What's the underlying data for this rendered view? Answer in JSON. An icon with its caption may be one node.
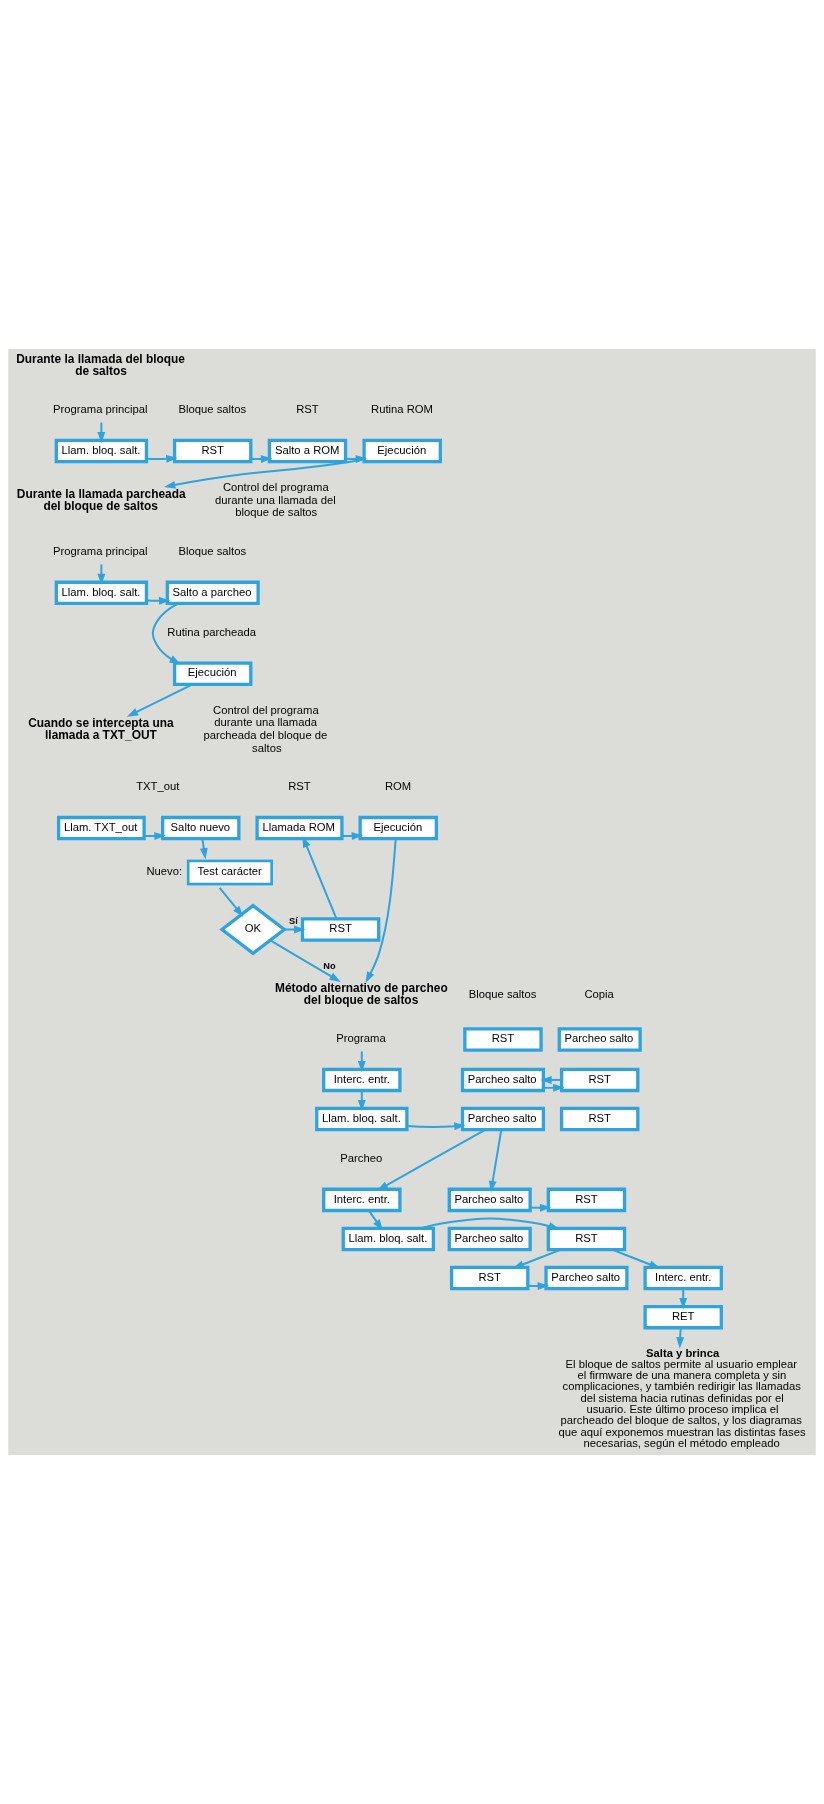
{
  "diagram": {
    "nodes": [
      {
        "text": [
          "Durante la llamada del bloque de saltos"
        ]
      },
      {
        "text": [
          "Programa principal"
        ]
      },
      {
        "text": [
          "Llam. bloq. salt."
        ]
      },
      {
        "text": [
          "RST"
        ]
      },
      {
        "text": [
          "Salto a ROM"
        ]
      },
      {
        "text": [
          "Ejecución"
        ]
      },
      {
        "text": [
          "Durante la llamada parcheada del bloque de saltos"
        ]
      },
      {
        "text": [
          "Programa principal"
        ]
      },
      {
        "text": [
          "Llam. bloq. salt."
        ]
      },
      {
        "text": [
          "Salto a parcheo"
        ]
      },
      {
        "text": [
          "Ejecución"
        ]
      },
      {
        "text": [
          "Cuando se intercepta una llamada a TXT_OUT"
        ]
      },
      {
        "text": [
          "Llam. TXT_out"
        ]
      },
      {
        "text": [
          "Salto nuevo"
        ]
      },
      {
        "text": [
          "Test carácter"
        ],
        "beside": [
          "Nuevo:"
        ]
      },
      {
        "text": [
          "OK"
        ]
      },
      {
        "text": [
          "RST"
        ]
      },
      {
        "text": [
          "Llamada ROM"
        ]
      },
      {
        "text": [
          "Ejecución"
        ]
      },
      {
        "text": [
          "Método alternativo de parcheo del bloque de saltos"
        ]
      },
      {
        "text": [
          "Programa"
        ]
      },
      {
        "text": [
          "Interc. entr."
        ]
      },
      {
        "text": [
          "Llam. bloq. salt."
        ]
      },
      {
        "text": [
          "Interc. entr."
        ]
      },
      {
        "text": [
          "Llam. bloq. salt."
        ]
      },
      {
        "text": [
          "Interc. entr."
        ]
      },
      {
        "text": [
          "RET"
        ]
      },
      {
        "text": [
          "RST"
        ]
      },
      {
        "text": [
          "Parcheo salto"
        ]
      },
      {
        "text": [
          "Parcheo salto"
        ]
      },
      {
        "text": [
          "RST"
        ]
      },
      {
        "text": [
          "Parcheo salto"
        ]
      },
      {
        "text": [
          "RST"
        ]
      },
      {
        "text": [
          "RST"
        ]
      },
      {
        "text": [
          "Parcheo salto"
        ]
      },
      {
        "text": [
          "RST"
        ]
      },
      {
        "text": [
          "Parcheo salto"
        ]
      },
      {
        "text": [
          "Parcheo salto"
        ]
      },
      {
        "text": [
          "RST"
        ]
      },
      {
        "text": [
          "Salta y brinca",
          "El bloque de saltos permite al usuario emplear el firmware de una manera completa y sin complicaciones, y también redirigir las llamadas del sistema hacia rutinas definidas por el usuario. Este último proceso implica el parcheado del bloque de saltos, y los diagramas que aquí exponemos muestran las distintas fases necesarias, según el método empleado"
        ]
      }
    ],
    "edges": [
      {
        "from": 1,
        "to": 2,
        "arrow": "to"
      },
      {
        "from": 2,
        "to": 3,
        "arrow": "to"
      },
      {
        "from": 3,
        "to": 4,
        "arrow": "to"
      },
      {
        "from": 4,
        "to": 5,
        "arrow": "to"
      },
      {
        "from": 5,
        "to": 6,
        "arrow": "to"
      },
      {
        "from": 7,
        "to": 8,
        "arrow": "to"
      },
      {
        "from": 8,
        "to": 9,
        "arrow": "to"
      },
      {
        "from": 9,
        "to": 10,
        "arrow": "to"
      },
      {
        "from": 10,
        "to": 11,
        "arrow": "to"
      },
      {
        "from": 12,
        "to": 13,
        "arrow": "to"
      },
      {
        "from": 13,
        "to": 14,
        "arrow": "to"
      },
      {
        "from": 14,
        "to": 15,
        "arrow": "to"
      },
      {
        "from": 15,
        "to": 16,
        "label": "Sí",
        "arrow": "to"
      },
      {
        "from": 16,
        "to": 17,
        "arrow": "to"
      },
      {
        "from": 17,
        "to": 18,
        "arrow": "to"
      },
      {
        "from": 15,
        "to": 19,
        "label": "No",
        "arrow": "to"
      },
      {
        "from": 18,
        "to": 19,
        "arrow": "to"
      },
      {
        "from": 20,
        "to": 21,
        "arrow": "to"
      },
      {
        "from": 21,
        "to": 22,
        "arrow": "to"
      },
      {
        "from": 22,
        "to": 31,
        "arrow": "to"
      },
      {
        "from": 29,
        "to": 30,
        "arrow": "to"
      },
      {
        "from": 30,
        "to": 29,
        "arrow": "to"
      },
      {
        "from": 31,
        "to": 23,
        "arrow": "to"
      },
      {
        "from": 31,
        "to": 34,
        "arrow": "to"
      },
      {
        "from": 34,
        "to": 33,
        "arrow": "to"
      },
      {
        "from": 23,
        "to": 24,
        "arrow": "to"
      },
      {
        "from": 24,
        "to": 35,
        "arrow": "to"
      },
      {
        "from": 35,
        "to": 25,
        "arrow": "to"
      },
      {
        "from": 35,
        "to": 38,
        "arrow": "to"
      },
      {
        "from": 38,
        "to": 37,
        "arrow": "to"
      },
      {
        "from": 25,
        "to": 26,
        "arrow": "to"
      },
      {
        "from": 26,
        "to": 39,
        "arrow": "to"
      }
    ],
    "labels": [
      "Bloque saltos",
      "RST",
      "Rutina ROM",
      "Control del programa durante una llamada del bloque de saltos",
      "Bloque saltos",
      "Rutina parcheada",
      "Control del programa durante una llamada parcheada del bloque de saltos",
      "TXT_out",
      "RST",
      "ROM",
      "Bloque saltos",
      "Copia",
      "Parcheo"
    ]
  }
}
